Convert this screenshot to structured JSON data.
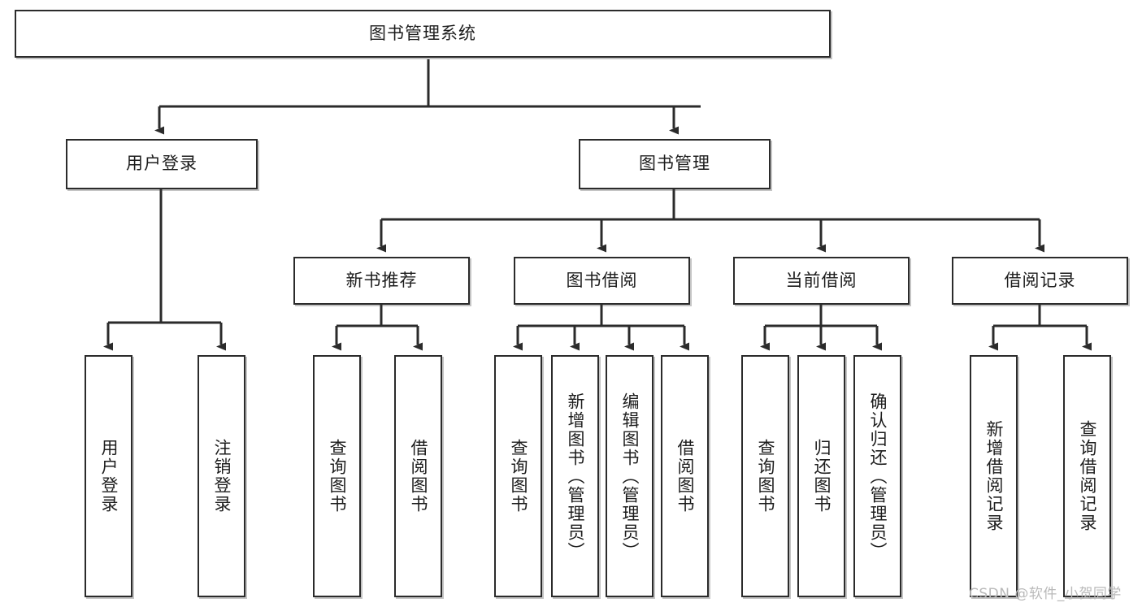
{
  "diagram": {
    "type": "tree-hierarchy",
    "title": "图书管理系统",
    "watermark": "CSDN @软件_小贺同学",
    "colors": {
      "box_border": "#2b2b2b",
      "box_fill": "#ffffff",
      "connector": "#2b2b2b",
      "text": "#1d1d1d",
      "watermark": "#b9b9b9"
    },
    "levels": {
      "root": {
        "label": "图书管理系统"
      },
      "level2": [
        {
          "label": "用户登录"
        },
        {
          "label": "图书管理"
        }
      ],
      "level3": [
        {
          "label": "新书推荐"
        },
        {
          "label": "图书借阅"
        },
        {
          "label": "当前借阅"
        },
        {
          "label": "借阅记录"
        }
      ],
      "leaves": {
        "user_login": [
          {
            "label": "用户登录"
          },
          {
            "label": "注销登录"
          }
        ],
        "new_book_recommend": [
          {
            "label": "查询图书"
          },
          {
            "label": "借阅图书"
          }
        ],
        "book_borrow": [
          {
            "label": "查询图书"
          },
          {
            "label": "新增图书（管理员）"
          },
          {
            "label": "编辑图书（管理员）"
          },
          {
            "label": "借阅图书"
          }
        ],
        "current_borrow": [
          {
            "label": "查询图书"
          },
          {
            "label": "归还图书"
          },
          {
            "label": "确认归还（管理员）"
          }
        ],
        "borrow_record": [
          {
            "label": "新增借阅记录"
          },
          {
            "label": "查询借阅记录"
          }
        ]
      }
    }
  }
}
